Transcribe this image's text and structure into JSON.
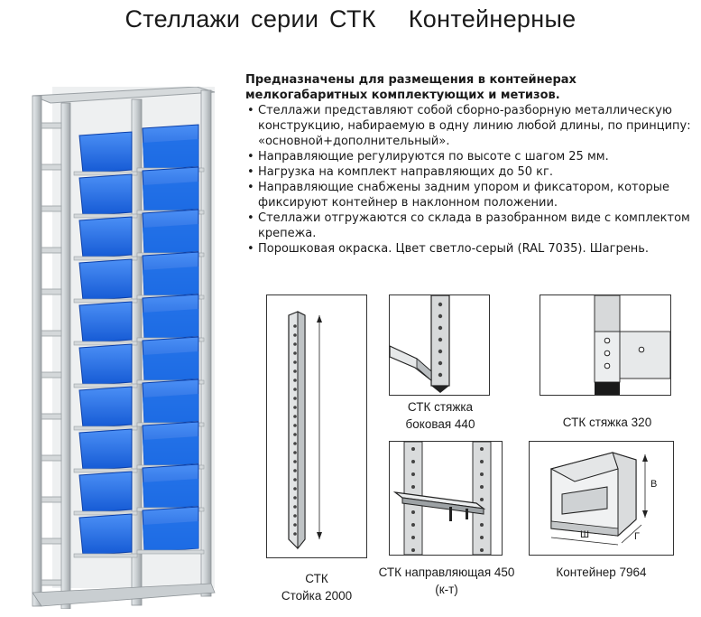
{
  "page": {
    "title_part1": "Стеллажи серии СТК",
    "title_part2": "Контейнерные"
  },
  "description": {
    "lead": "Предназначены для размещения в контейнерах мелкогабаритных комплектующих и метизов.",
    "bullets": [
      "Стеллажи представляют собой сборно-разборную металлическую конструкцию, набираемую в одну линию любой длины, по принципу: «основной+дополнительный».",
      "Направляющие регулируются по высоте с шагом 25 мм.",
      "Нагрузка на комплект направляющих до 50 кг.",
      "Направляющие снабжены задним упором и фиксатором, которые фиксируют контейнер в наклонном положении.",
      "Стеллажи отгружаются со склада в разобранном виде с комплектом крепежа.",
      "Порошковая окраска. Цвет светло-серый (RAL 7035). Шагрень."
    ]
  },
  "components": {
    "stoyka": {
      "line1": "СТК",
      "line2": "Стойка 2000"
    },
    "styazhka_bok": {
      "line1": "СТК стяжка",
      "line2": "боковая 440"
    },
    "styazhka_320": {
      "line1": "СТК стяжка 320"
    },
    "napravlyayushchaya": {
      "line1": "СТК направляющая 450",
      "line2": "(к-т)"
    },
    "konteyner": {
      "line1": "Контейнер 7964",
      "dim_height": "В",
      "dim_width": "Ш",
      "dim_depth": "Г"
    }
  },
  "colors": {
    "frame": "#d4d8da",
    "frame_shadow": "#9aa0a4",
    "bin": "#1e6fe6",
    "bin_dark": "#0b3fa8"
  }
}
